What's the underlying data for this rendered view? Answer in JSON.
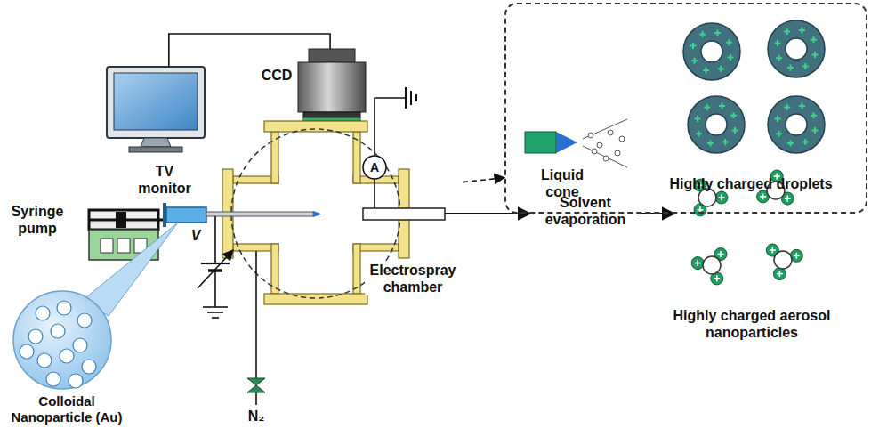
{
  "diagram": {
    "nodes": [
      {
        "text": [
          "TV monitor"
        ]
      },
      {
        "text": [
          "CCD"
        ]
      },
      {
        "text": [
          "Electrospray chamber"
        ]
      },
      {
        "text": [
          "Liquid cone",
          "Highly charged droplets"
        ]
      }
    ],
    "edges": [
      {
        "from": 0,
        "to": 1,
        "arrow": "none"
      },
      {
        "from": 2,
        "to": 3,
        "arrow": "to"
      }
    ],
    "labels": [
      "Syringe pump",
      "Colloidal Nanoparticle (Au)",
      "V",
      "A",
      "N₂",
      "Solvent evaporation",
      "Highly charged aerosol nanoparticles"
    ]
  }
}
